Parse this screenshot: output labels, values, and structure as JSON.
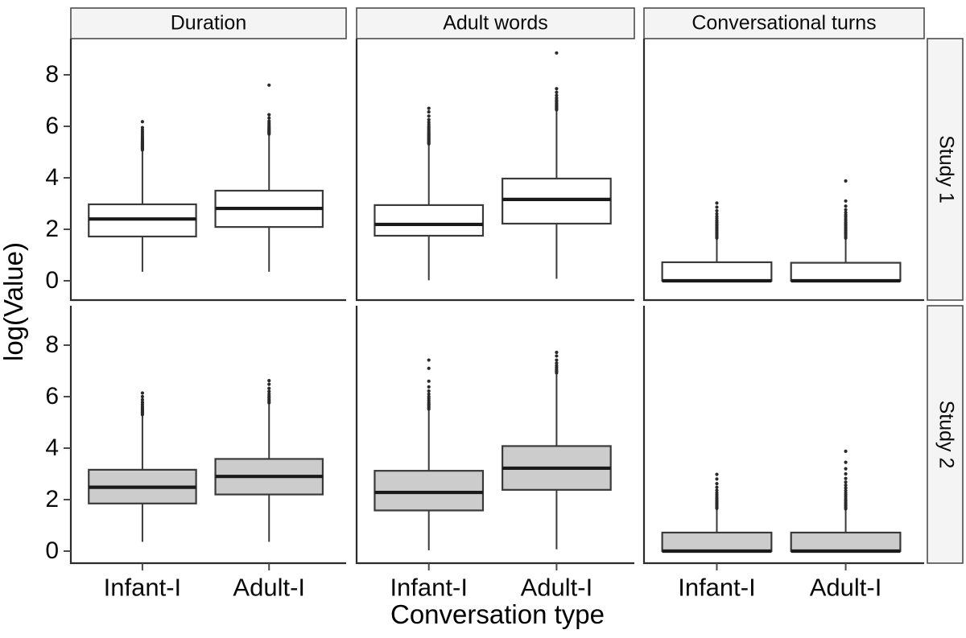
{
  "figure": {
    "axis_titles": {
      "x": "Conversation type",
      "y": "log(Value)"
    },
    "column_strips": [
      "Duration",
      "Adult words",
      "Conversational turns"
    ],
    "row_strips": [
      "Study 1",
      "Study 2"
    ],
    "x_tick_labels": [
      "Infant-I",
      "Adult-I"
    ],
    "y_tick_labels": [
      "0",
      "2",
      "4",
      "6",
      "8"
    ],
    "colors": {
      "study1_fill": "#ffffff",
      "study2_fill": "#cccccc",
      "box_stroke": "#3a3a3a",
      "median": "#1a1a1a",
      "strip_bg": "#f4f4f4",
      "strip_border": "#4d4d4d",
      "outlier": "#2a2a2a"
    }
  },
  "chart_data": {
    "type": "box",
    "title": "",
    "xlabel": "Conversation type",
    "ylabel": "log(Value)",
    "ylim": [
      -0.45,
      9.2
    ],
    "yticks": [
      0,
      2,
      4,
      6,
      8
    ],
    "grid": false,
    "legend": "none",
    "facet_cols": [
      "Duration",
      "Adult words",
      "Conversational turns"
    ],
    "facet_rows": [
      "Study 1",
      "Study 2"
    ],
    "categories": [
      "Infant-I",
      "Adult-I"
    ],
    "boxes": [
      {
        "row": "Study 1",
        "col": "Duration",
        "category": "Infant-I",
        "fill": "#ffffff",
        "whisker_low": 0.35,
        "q1": 1.72,
        "median": 2.4,
        "q3": 2.97,
        "whisker_high": 5.05,
        "outliers": [
          5.08,
          5.12,
          5.15,
          5.18,
          5.2,
          5.22,
          5.25,
          5.28,
          5.3,
          5.33,
          5.36,
          5.4,
          5.45,
          5.5,
          5.56,
          5.62,
          5.7,
          5.78,
          5.86,
          5.95,
          6.18
        ]
      },
      {
        "row": "Study 1",
        "col": "Duration",
        "category": "Adult-I",
        "fill": "#ffffff",
        "whisker_low": 0.35,
        "q1": 2.09,
        "median": 2.81,
        "q3": 3.5,
        "whisker_high": 5.68,
        "outliers": [
          5.7,
          5.74,
          5.78,
          5.82,
          5.86,
          5.9,
          5.94,
          5.99,
          6.05,
          6.12,
          6.2,
          6.32,
          6.45,
          7.6
        ]
      },
      {
        "row": "Study 1",
        "col": "Adult words",
        "category": "Infant-I",
        "fill": "#ffffff",
        "whisker_low": 0.02,
        "q1": 1.75,
        "median": 2.19,
        "q3": 2.94,
        "whisker_high": 5.3,
        "outliers": [
          5.32,
          5.36,
          5.4,
          5.44,
          5.48,
          5.52,
          5.56,
          5.6,
          5.64,
          5.68,
          5.72,
          5.77,
          5.82,
          5.88,
          5.94,
          6.0,
          6.08,
          6.16,
          6.26,
          6.4,
          6.56,
          6.7
        ]
      },
      {
        "row": "Study 1",
        "col": "Adult words",
        "category": "Adult-I",
        "fill": "#ffffff",
        "whisker_low": 0.08,
        "q1": 2.22,
        "median": 3.16,
        "q3": 3.97,
        "whisker_high": 6.62,
        "outliers": [
          6.64,
          6.68,
          6.72,
          6.76,
          6.8,
          6.85,
          6.9,
          6.96,
          7.02,
          7.1,
          7.2,
          7.32,
          7.46,
          8.85
        ]
      },
      {
        "row": "Study 1",
        "col": "Conversational turns",
        "category": "Infant-I",
        "fill": "#ffffff",
        "whisker_low": 0.0,
        "q1": 0.0,
        "median": 0.0,
        "q3": 0.72,
        "whisker_high": 1.62,
        "outliers": [
          1.66,
          1.72,
          1.78,
          1.84,
          1.9,
          1.96,
          2.02,
          2.08,
          2.14,
          2.2,
          2.27,
          2.34,
          2.42,
          2.5,
          2.6,
          2.72,
          2.86,
          3.02
        ]
      },
      {
        "row": "Study 1",
        "col": "Conversational turns",
        "category": "Adult-I",
        "fill": "#ffffff",
        "whisker_low": 0.0,
        "q1": 0.0,
        "median": 0.0,
        "q3": 0.7,
        "whisker_high": 1.62,
        "outliers": [
          1.66,
          1.72,
          1.78,
          1.84,
          1.9,
          1.96,
          2.02,
          2.08,
          2.14,
          2.2,
          2.26,
          2.33,
          2.4,
          2.48,
          2.56,
          2.65,
          2.76,
          2.9,
          3.1,
          3.88
        ]
      },
      {
        "row": "Study 2",
        "col": "Duration",
        "category": "Infant-I",
        "fill": "#cccccc",
        "whisker_low": 0.36,
        "q1": 1.85,
        "median": 2.48,
        "q3": 3.16,
        "whisker_high": 5.28,
        "outliers": [
          5.3,
          5.35,
          5.4,
          5.45,
          5.5,
          5.56,
          5.62,
          5.7,
          5.78,
          5.88,
          6.0,
          6.14
        ]
      },
      {
        "row": "Study 2",
        "col": "Duration",
        "category": "Adult-I",
        "fill": "#cccccc",
        "whisker_low": 0.36,
        "q1": 2.2,
        "median": 2.9,
        "q3": 3.58,
        "whisker_high": 5.72,
        "outliers": [
          5.76,
          5.82,
          5.88,
          5.95,
          6.02,
          6.1,
          6.2,
          6.32,
          6.48,
          6.62
        ]
      },
      {
        "row": "Study 2",
        "col": "Adult words",
        "category": "Infant-I",
        "fill": "#cccccc",
        "whisker_low": 0.03,
        "q1": 1.58,
        "median": 2.28,
        "q3": 3.12,
        "whisker_high": 5.48,
        "outliers": [
          5.52,
          5.58,
          5.64,
          5.7,
          5.76,
          5.84,
          5.92,
          6.0,
          6.1,
          6.22,
          6.38,
          6.6,
          7.1,
          7.42
        ]
      },
      {
        "row": "Study 2",
        "col": "Adult words",
        "category": "Adult-I",
        "fill": "#cccccc",
        "whisker_low": 0.07,
        "q1": 2.38,
        "median": 3.22,
        "q3": 4.08,
        "whisker_high": 6.88,
        "outliers": [
          6.92,
          6.98,
          7.04,
          7.12,
          7.2,
          7.3,
          7.42,
          7.58,
          7.72
        ]
      },
      {
        "row": "Study 2",
        "col": "Conversational turns",
        "category": "Infant-I",
        "fill": "#cccccc",
        "whisker_low": 0.0,
        "q1": 0.0,
        "median": 0.0,
        "q3": 0.72,
        "whisker_high": 1.62,
        "outliers": [
          1.66,
          1.72,
          1.78,
          1.84,
          1.9,
          1.96,
          2.03,
          2.1,
          2.18,
          2.26,
          2.36,
          2.48,
          2.62,
          2.8,
          2.98
        ]
      },
      {
        "row": "Study 2",
        "col": "Conversational turns",
        "category": "Adult-I",
        "fill": "#cccccc",
        "whisker_low": 0.0,
        "q1": 0.0,
        "median": 0.0,
        "q3": 0.72,
        "whisker_high": 1.6,
        "outliers": [
          1.64,
          1.7,
          1.76,
          1.82,
          1.88,
          1.95,
          2.02,
          2.1,
          2.18,
          2.26,
          2.35,
          2.45,
          2.56,
          2.68,
          2.82,
          3.0,
          3.2,
          3.45,
          3.88
        ]
      }
    ]
  }
}
